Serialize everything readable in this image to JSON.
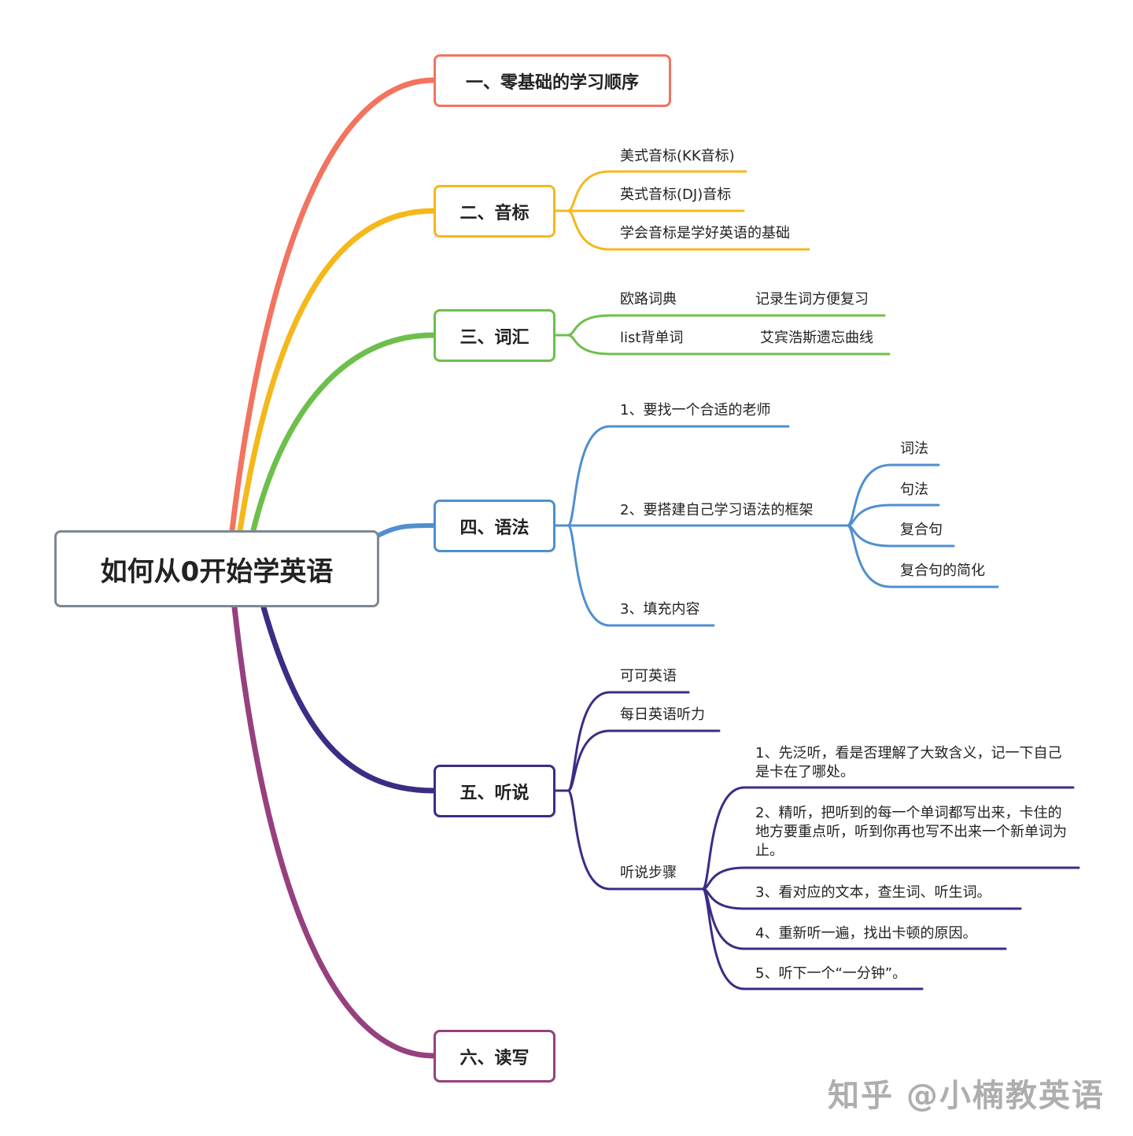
{
  "root": {
    "label": "如何从0开始学英语",
    "border_color": "#7d8795"
  },
  "branches": [
    {
      "id": "b1",
      "label": "一、零基础的学习顺序",
      "color": "#f2735f"
    },
    {
      "id": "b2",
      "label": "二、音标",
      "color": "#f5b81b"
    },
    {
      "id": "b3",
      "label": "三、词汇",
      "color": "#6dbf4b"
    },
    {
      "id": "b4",
      "label": "四、语法",
      "color": "#4f8fd0"
    },
    {
      "id": "b5",
      "label": "五、听说",
      "color": "#3a2d85"
    },
    {
      "id": "b6",
      "label": "六、读写",
      "color": "#96407f"
    }
  ],
  "b2_children": [
    "美式音标(KK音标)",
    "英式音标(DJ)音标",
    "学会音标是学好英语的基础"
  ],
  "b3_children": [
    {
      "label": "欧路词典",
      "child": "记录生词方便复习"
    },
    {
      "label": "list背单词",
      "child": "艾宾浩斯遗忘曲线"
    }
  ],
  "b4_children": {
    "teacher": "1、要找一个合适的老师",
    "framework": "2、要搭建自己学习语法的框架",
    "fill": "3、填充内容",
    "framework_children": [
      "词法",
      "句法",
      "复合句",
      "复合句的简化"
    ]
  },
  "b5_children": {
    "keke": "可可英语",
    "daily": "每日英语听力",
    "steps": "听说步骤",
    "step_items": [
      "1、先泛听，看是否理解了大致含义，记一下自己是卡在了哪处。",
      " 2、精听，把听到的每一个单词都写出来，卡住的地方要重点听，听到你再也写不出来一个新单词为止。",
      "3、看对应的文本，查生词、听生词。",
      "4、重新听一遍，找出卡顿的原因。",
      "5、听下一个“一分钟”。"
    ]
  },
  "watermark": "知乎 @小楠教英语"
}
